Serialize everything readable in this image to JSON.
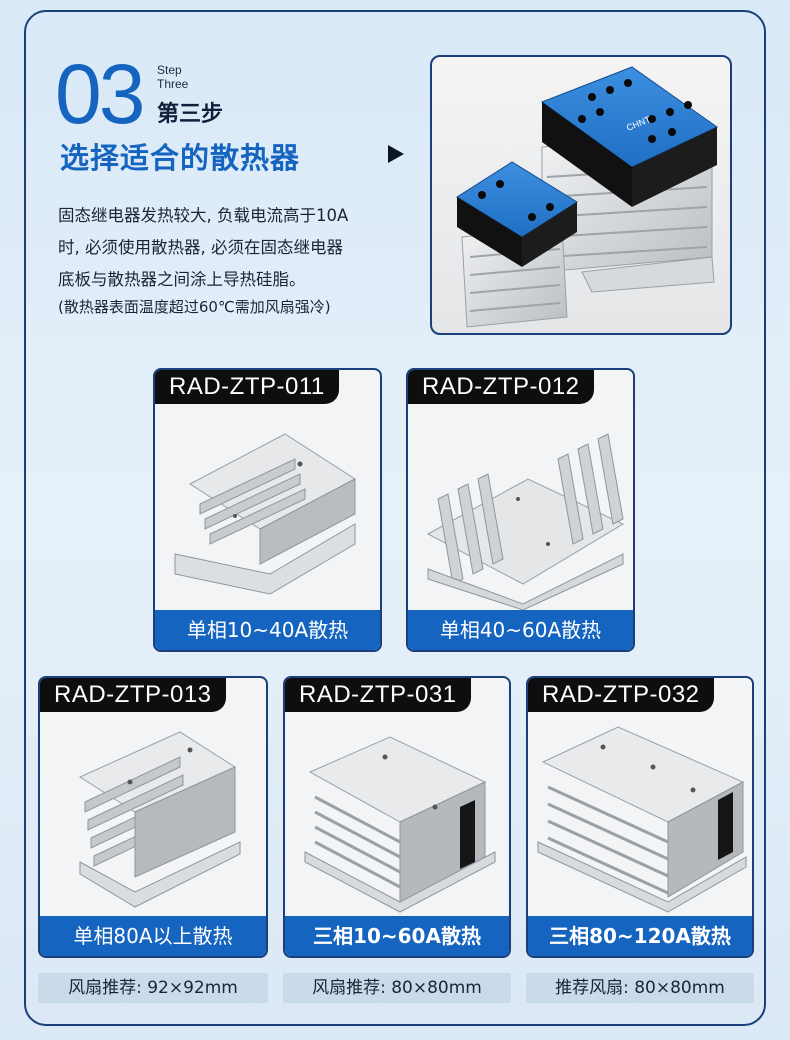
{
  "header": {
    "step_number": "03",
    "step_en_line1": "Step",
    "step_en_line2": "Three",
    "step_cn": "第三步",
    "title": "选择适合的散热器"
  },
  "description": {
    "lines": [
      "固态继电器发热较大, 负载电流高于10A",
      "时, 必须使用散热器, 必须在固态继电器",
      "底板与散热器之间涂上导热硅脂。"
    ],
    "note": "(散热器表面温度超过60℃需加风扇强冷)"
  },
  "hero_labels": {
    "brand": "CHNT"
  },
  "products": [
    {
      "model": "RAD-ZTP-011",
      "caption": "单相10~40A散热"
    },
    {
      "model": "RAD-ZTP-012",
      "caption": "单相40~60A散热"
    },
    {
      "model": "RAD-ZTP-013",
      "caption": "单相80A以上散热",
      "fan": "风扇推荐: 92×92mm"
    },
    {
      "model": "RAD-ZTP-031",
      "caption": "三相10~60A散热",
      "fan": "风扇推荐: 80×80mm"
    },
    {
      "model": "RAD-ZTP-032",
      "caption": "三相80~120A散热",
      "fan": "推荐风扇: 80×80mm"
    }
  ],
  "colors": {
    "accent": "#1565c0",
    "border": "#1b3f7a",
    "tag_bg": "#0e0e10",
    "fan_bg": "#c9dbeb",
    "relay_blue": "#2b7fd6"
  }
}
